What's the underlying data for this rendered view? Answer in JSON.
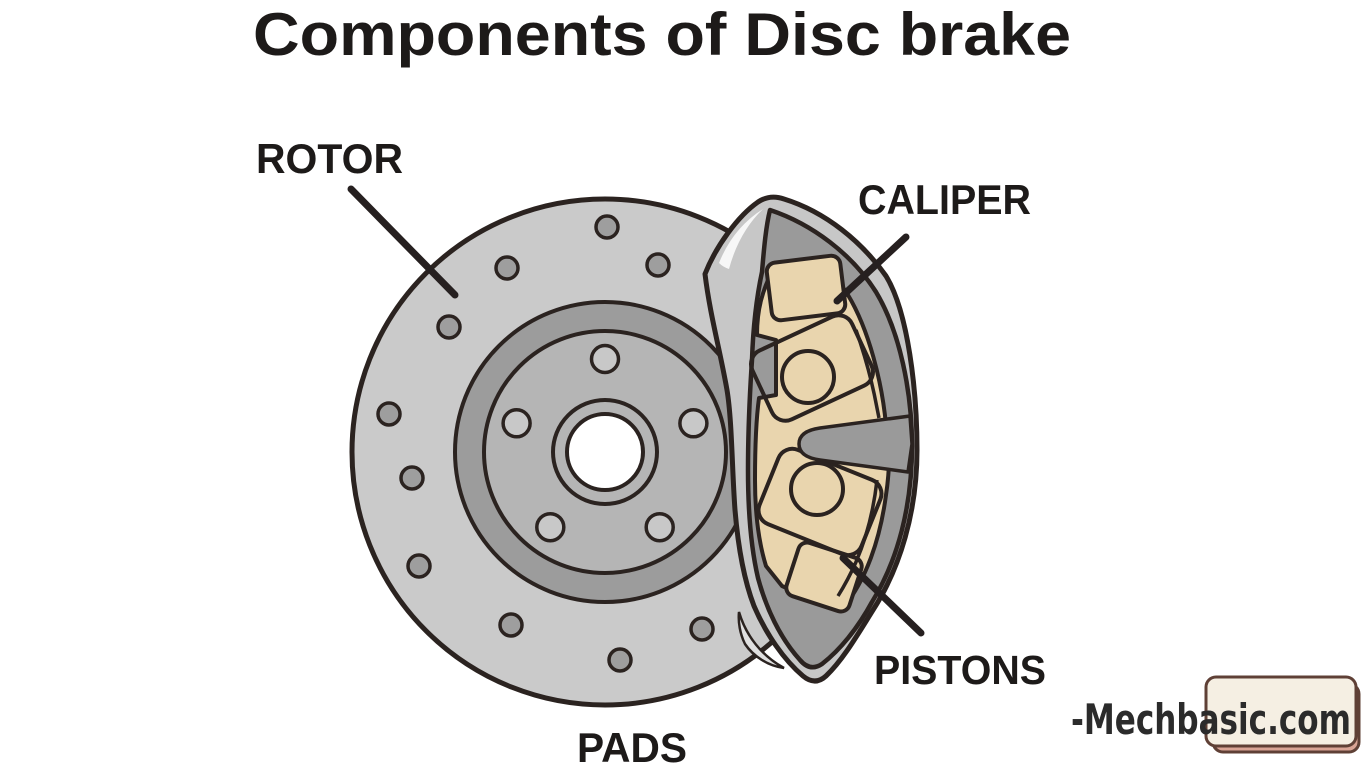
{
  "title": "Components of Disc brake",
  "labels": {
    "rotor": "ROTOR",
    "caliper": "CALIPER",
    "pistons": "PISTONS",
    "pads": "PADS"
  },
  "watermark": {
    "text": "-Mechbasic.com"
  },
  "colors": {
    "background": "#ffffff",
    "outline": "#2b2320",
    "text": "#1d1a19",
    "rotor_face": "#cacaca",
    "drill_hole": "#9e9e9e",
    "hub_ring": "#9c9c9c",
    "hub_face": "#b5b5b5",
    "lug_hole": "#c8c8c8",
    "center_bore": "#ffffff",
    "caliper_housing": "#c7c7c7",
    "caliper_frame": "#9a9a9a",
    "housing_highlight": "#f7f7f7",
    "housing_wedge": "#e0e0e0",
    "pad_tan": "#e9d5ae",
    "watermark_box_fill": "#f5efe3",
    "watermark_box_border": "#5f4036",
    "watermark_box_shadow": "#d9a495"
  }
}
